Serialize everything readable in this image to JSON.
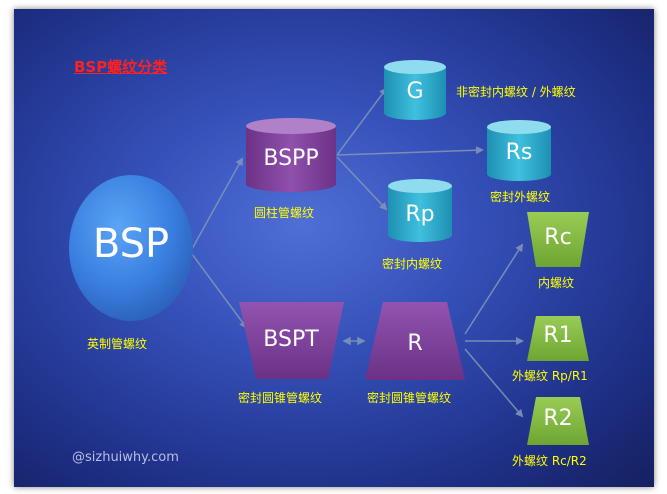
{
  "title": "BSP螺纹分类",
  "watermark": "@sizhuiwhy.com",
  "nodes": {
    "bsp": {
      "label": "BSP",
      "caption": "英制管螺纹"
    },
    "bspp": {
      "label": "BSPP",
      "caption": "圆柱管螺纹"
    },
    "bspt": {
      "label": "BSPT",
      "caption": "密封圆锥管螺纹"
    },
    "g": {
      "label": "G",
      "caption": "非密封内螺纹 / 外螺纹"
    },
    "rs": {
      "label": "Rs",
      "caption": "密封外螺纹"
    },
    "rp": {
      "label": "Rp",
      "caption": "密封内螺纹"
    },
    "r": {
      "label": "R",
      "caption": "密封圆锥管螺纹"
    },
    "rc": {
      "label": "Rc",
      "caption": "内螺纹"
    },
    "r1": {
      "label": "R1",
      "caption": "外螺纹 Rp/R1"
    },
    "r2": {
      "label": "R2",
      "caption": "外螺纹 Rc/R2"
    }
  },
  "colors": {
    "background": "#2f4cb3",
    "title": "#ff2020",
    "caption": "#ffff00",
    "bsp_circle": "#3a7fe0",
    "bspp_cylinder": "#7e3f97",
    "teal_cylinder": "#2aa5c6",
    "purple_trapezoid": "#7e3f97",
    "green_trapezoid": "#7fb83c",
    "arrow": "#7f94b8"
  }
}
